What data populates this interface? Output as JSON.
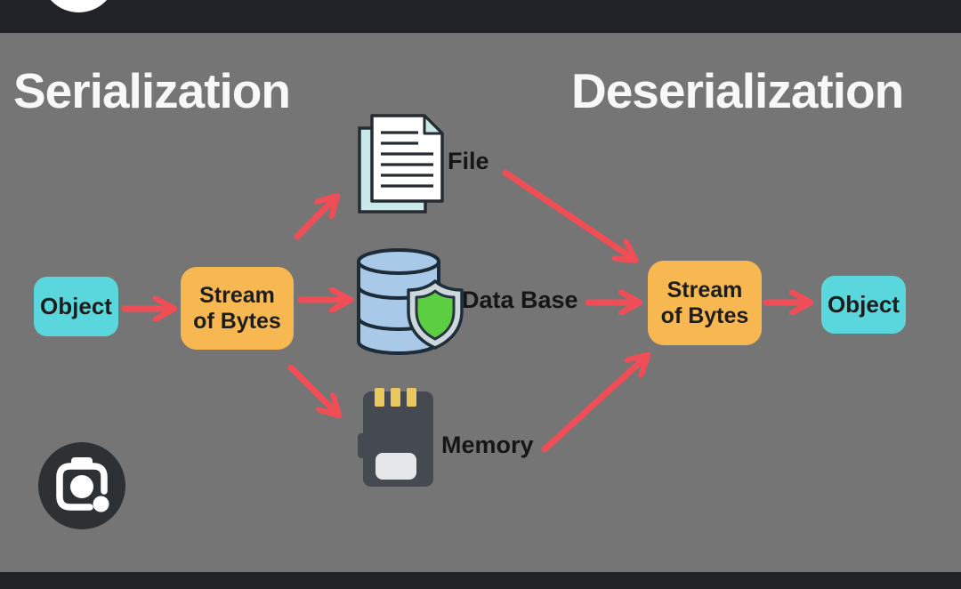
{
  "titles": {
    "serialization": "Serialization",
    "deserialization": "Deserialization"
  },
  "nodes": {
    "object_left": {
      "label": "Object"
    },
    "stream_left": {
      "line1": "Stream",
      "line2": "of Bytes"
    },
    "stream_right": {
      "line1": "Stream",
      "line2": "of Bytes"
    },
    "object_right": {
      "label": "Object"
    }
  },
  "media": {
    "file": {
      "label": "File",
      "icon": "file-documents-icon"
    },
    "database": {
      "label": "Data Base",
      "icon": "database-shield-icon"
    },
    "memory": {
      "label": "Memory",
      "icon": "memory-card-icon"
    }
  },
  "edges": [
    {
      "from": "object_left",
      "to": "stream_left"
    },
    {
      "from": "stream_left",
      "to": "file"
    },
    {
      "from": "stream_left",
      "to": "database"
    },
    {
      "from": "stream_left",
      "to": "memory"
    },
    {
      "from": "file",
      "to": "stream_right"
    },
    {
      "from": "database",
      "to": "stream_right"
    },
    {
      "from": "memory",
      "to": "stream_right"
    },
    {
      "from": "stream_right",
      "to": "object_right"
    }
  ],
  "icons": {
    "overlay_button": "lens-camera-icon"
  },
  "colors": {
    "background_gray": "#757575",
    "letterbox_bar": "#202227",
    "node_cyan": "#59D7DC",
    "node_orange": "#F8B851",
    "arrow_red": "#EF4E57",
    "title_text": "#F8F8F8",
    "database_blue": "#A9C9E9",
    "shield_green": "#5BCE41",
    "file_page_teal": "#C9E9E9",
    "memory_body": "#454A51",
    "memory_pin_gold": "#E9C95F",
    "lens_circle": "#2E3134"
  }
}
